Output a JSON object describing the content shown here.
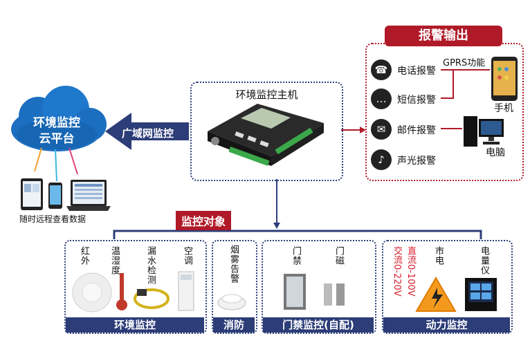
{
  "cloud": {
    "line1": "环境监控",
    "line2": "云平台"
  },
  "wan_label": "广域网监控",
  "remote_label": "随时远程查看数据",
  "host": {
    "title": "环境监控主机"
  },
  "alarm": {
    "header": "报警输出",
    "items": [
      {
        "label": "电话报警",
        "icon": "phone-icon"
      },
      {
        "label": "短信报警",
        "icon": "sms-icon"
      },
      {
        "label": "邮件报警",
        "icon": "mail-icon"
      },
      {
        "label": "声光报警",
        "icon": "bell-icon"
      }
    ],
    "gprs_label": "GPRS功能",
    "phone_label": "手机",
    "pc_label": "电脑"
  },
  "monitor_tag": "监控对象",
  "groups": [
    {
      "name": "环境监控",
      "items": [
        "红外",
        "温湿度",
        "漏水检测",
        "空调"
      ]
    },
    {
      "name": "消防",
      "items": [
        "烟雾告警"
      ]
    },
    {
      "name": "门禁监控(自配)",
      "items": [
        "门禁",
        "门磁"
      ]
    },
    {
      "name": "动力监控",
      "items": [
        "市电",
        "电量仪"
      ],
      "red_items": [
        "直流0-100V",
        "交流0-220V"
      ]
    }
  ],
  "colors": {
    "navy": "#2c3d78",
    "red": "#b01a28",
    "cloud": "#1c6fc0"
  }
}
